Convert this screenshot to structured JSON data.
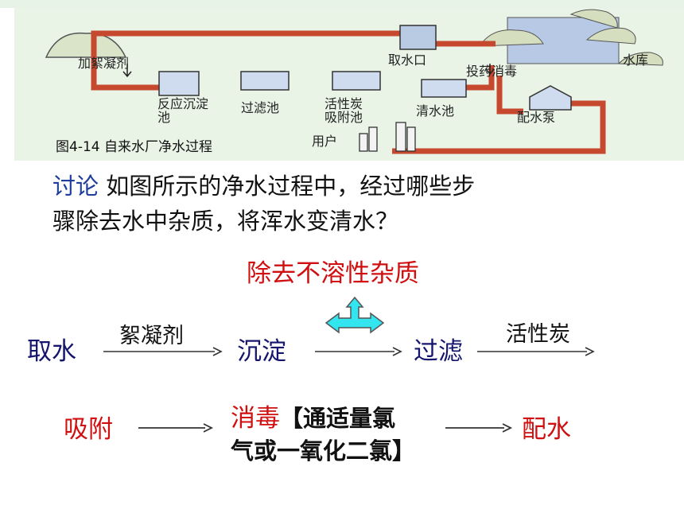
{
  "figure": {
    "caption": "图4-14 自来水厂净水过程",
    "labels": {
      "coagulant": "加絮凝剂",
      "intake": "取水口",
      "reservoir": "水库",
      "disinfect": "投药消毒",
      "reaction": "反应沉淀池",
      "filter": "过滤池",
      "carbon": "活性炭吸附池",
      "clear": "清水池",
      "pump": "配水泵",
      "user": "用户"
    }
  },
  "question": {
    "keyword": "讨论",
    "line1": "如图所示的净水过程中，经过哪些步",
    "line2": "骤除去水中杂质，将浑水变清水？"
  },
  "flow": {
    "insoluble": "除去不溶性杂质",
    "s1": "取水",
    "a1": "絮凝剂",
    "s2": "沉淀",
    "s3": "过滤",
    "a3": "活性炭",
    "s4": "吸附",
    "s5_main": "消毒",
    "s5_note1": "【通适量氯",
    "s5_note2": "气或一氧化二氯】",
    "s6": "配水"
  }
}
